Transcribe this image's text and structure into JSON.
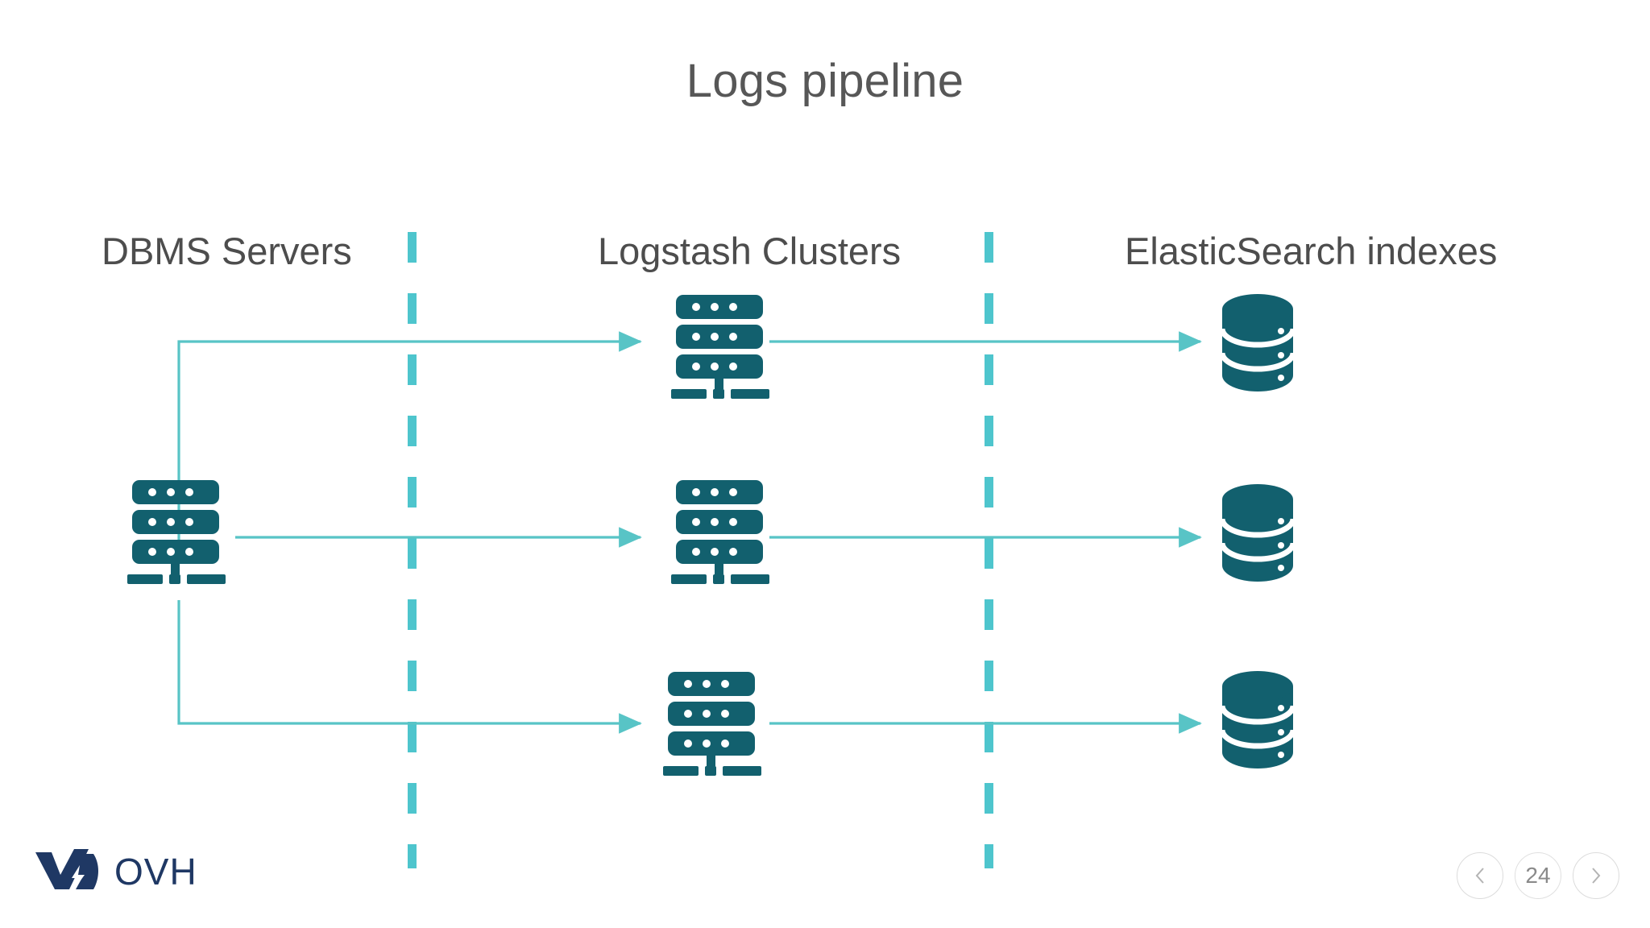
{
  "slide": {
    "title": "Logs pipeline",
    "background_color": "#ffffff"
  },
  "colors": {
    "node_teal": "#12606e",
    "accent_cyan": "#4ec5cd",
    "arrow_cyan": "#58c4c6",
    "title_grey": "#575757",
    "header_grey": "#4d4d4d",
    "logo_navy": "#1f3864",
    "pager_border": "#dcdcdc",
    "pager_text": "#8a8a8a"
  },
  "columns": [
    {
      "id": "dbms",
      "label": "DBMS Servers"
    },
    {
      "id": "logstash",
      "label": "Logstash Clusters"
    },
    {
      "id": "elastic",
      "label": "ElasticSearch indexes"
    }
  ],
  "dividers": [
    {
      "id": "divider-1",
      "style": "dashed-vertical",
      "color": "#4ec5cd"
    },
    {
      "id": "divider-2",
      "style": "dashed-vertical",
      "color": "#4ec5cd"
    }
  ],
  "nodes": {
    "dbms_servers": [
      {
        "id": "dbms-server-1",
        "icon": "server-rack-icon",
        "row": "middle"
      }
    ],
    "logstash_clusters": [
      {
        "id": "logstash-cluster-1",
        "icon": "server-rack-icon",
        "row": "top"
      },
      {
        "id": "logstash-cluster-2",
        "icon": "server-rack-icon",
        "row": "middle"
      },
      {
        "id": "logstash-cluster-3",
        "icon": "server-rack-icon",
        "row": "bottom"
      }
    ],
    "elasticsearch_indexes": [
      {
        "id": "elasticsearch-index-1",
        "icon": "database-cylinder-icon",
        "row": "top"
      },
      {
        "id": "elasticsearch-index-2",
        "icon": "database-cylinder-icon",
        "row": "middle"
      },
      {
        "id": "elasticsearch-index-3",
        "icon": "database-cylinder-icon",
        "row": "bottom"
      }
    ]
  },
  "connections": [
    {
      "id": "dbms-to-logstash-top",
      "from": "dbms-server-1",
      "to": "logstash-cluster-1",
      "shape": "elbow-up"
    },
    {
      "id": "dbms-to-logstash-middle",
      "from": "dbms-server-1",
      "to": "logstash-cluster-2",
      "shape": "straight"
    },
    {
      "id": "dbms-to-logstash-bottom",
      "from": "dbms-server-1",
      "to": "logstash-cluster-3",
      "shape": "elbow-down"
    },
    {
      "id": "logstash-to-es-top",
      "from": "logstash-cluster-1",
      "to": "elasticsearch-index-1",
      "shape": "straight"
    },
    {
      "id": "logstash-to-es-middle",
      "from": "logstash-cluster-2",
      "to": "elasticsearch-index-2",
      "shape": "straight"
    },
    {
      "id": "logstash-to-es-bottom",
      "from": "logstash-cluster-3",
      "to": "elasticsearch-index-3",
      "shape": "straight"
    }
  ],
  "footer": {
    "logo_text": "OVH"
  },
  "pagination": {
    "prev_label": "‹",
    "page_number": "24",
    "next_label": "›"
  }
}
